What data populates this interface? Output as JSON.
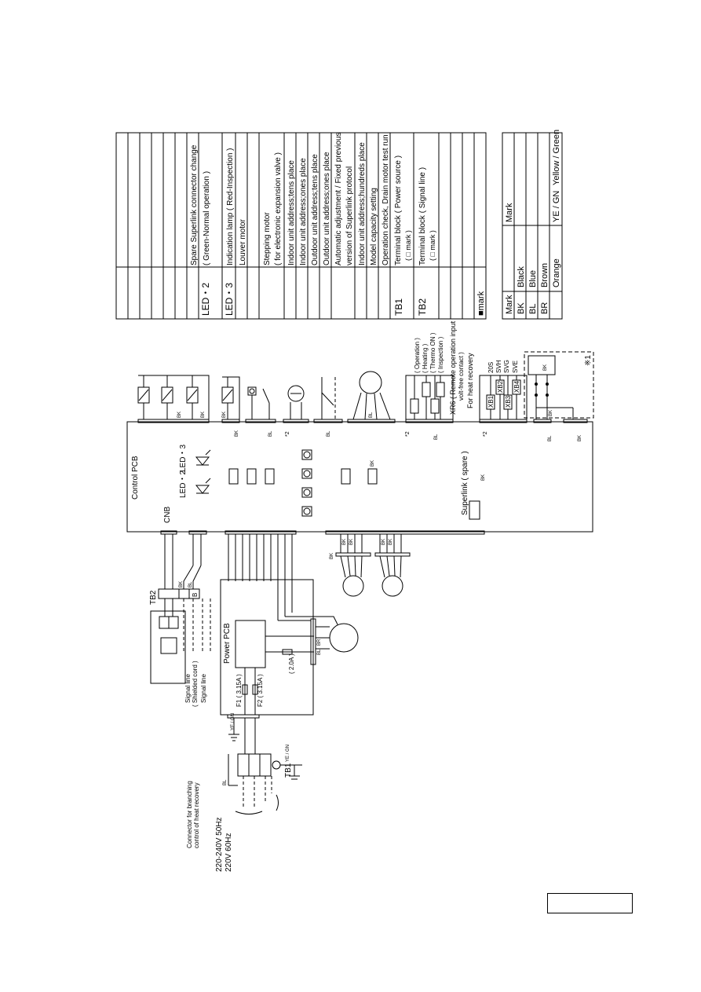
{
  "legend": {
    "rows": [
      {
        "mark": "",
        "desc": ""
      },
      {
        "mark": "",
        "desc": ""
      },
      {
        "mark": "",
        "desc": ""
      },
      {
        "mark": "",
        "desc": ""
      },
      {
        "mark": "",
        "desc": ""
      },
      {
        "mark": "",
        "desc": "Spare Superlink connector change"
      },
      {
        "mark": "LED・2",
        "desc": "( Green-Normal operation )"
      },
      {
        "mark": "LED・3",
        "desc": "Indication lamp ( Red-Inspection )"
      },
      {
        "mark": "",
        "desc": "Louver motor"
      },
      {
        "mark": "",
        "desc": "Stepping motor"
      },
      {
        "mark": "",
        "desc": "( for electronic expansion valve )"
      },
      {
        "mark": "",
        "desc": "Indoor unit address;tens place"
      },
      {
        "mark": "",
        "desc": "Indoor unit address;ones place"
      },
      {
        "mark": "",
        "desc": "Outdoor unit address;tens place"
      },
      {
        "mark": "",
        "desc": "Outdoor unit address;ones place"
      },
      {
        "mark": "",
        "desc": "Automatic adjustment / Fixed previous"
      },
      {
        "mark": "",
        "desc": "version of Superlink protocol"
      },
      {
        "mark": "",
        "desc": "Indoor unit address;hundreds place"
      },
      {
        "mark": "",
        "desc": "Model capacity setting"
      },
      {
        "mark": "",
        "desc": "Operation check, Drain motor test run"
      },
      {
        "mark": "TB1",
        "desc": "Terminal block ( Power source )"
      },
      {
        "mark": "",
        "desc": "( □ mark )"
      },
      {
        "mark": "TB2",
        "desc": "Terminal block ( Signal line )"
      },
      {
        "mark": "",
        "desc": "( □ mark )"
      },
      {
        "mark": "■mark",
        "desc": ""
      }
    ]
  },
  "color_table": {
    "header_mark_left": "Mark",
    "header_mark_right": "Mark",
    "rows": [
      {
        "mark": "BK",
        "color": "Black"
      },
      {
        "mark": "BL",
        "color": "Blue"
      },
      {
        "mark": "BR",
        "color": "Brown"
      },
      {
        "mark": "",
        "color": "Orange"
      }
    ],
    "extra_mark": "YE / GN",
    "extra_color": "Yellow / Green"
  },
  "diagram": {
    "control_pcb": "Control PCB",
    "power_pcb": "Power PCB",
    "cnb": "CNB",
    "led2": "LED・2",
    "led3": "LED・3",
    "superlink_spare": "Superlink ( spare )",
    "tb1": "TB1",
    "tb2": "TB2",
    "fuse_f1": "F1 ( 3.15A )",
    "fuse_f2": "F2 ( 3.15A )",
    "fuse_2a": "( 2.0A )",
    "signal_shielded": "Signal line",
    "signal_shielded2": "( Shielded cord )",
    "signal_line": "Signal line",
    "connector_branch1": "Connector for branching",
    "connector_branch2": "control of heat recovery",
    "power_supply1": "220-240V 50Hz",
    "power_supply2": "220V 60Hz",
    "xr_labels": [
      "( Operation )",
      "( Heating )",
      "( Thermo ON )",
      "( Inspection )"
    ],
    "xr6": "XR6 ( Remote operation input",
    "xr6b": "volt-free contact )",
    "heat_recovery": "For heat recovery",
    "xb_labels": [
      "20S",
      "SVH",
      "SVG",
      "SVE"
    ],
    "xb1": "XB1",
    "xb2": "XB2",
    "xb3": "XB3",
    "xb4": "XB4",
    "x1": "※1",
    "star2": "*2",
    "bk": "BK",
    "bl": "BL",
    "br": "BR",
    "yegn": "YE / GN",
    "b_terminal": "B"
  },
  "page_label": ""
}
